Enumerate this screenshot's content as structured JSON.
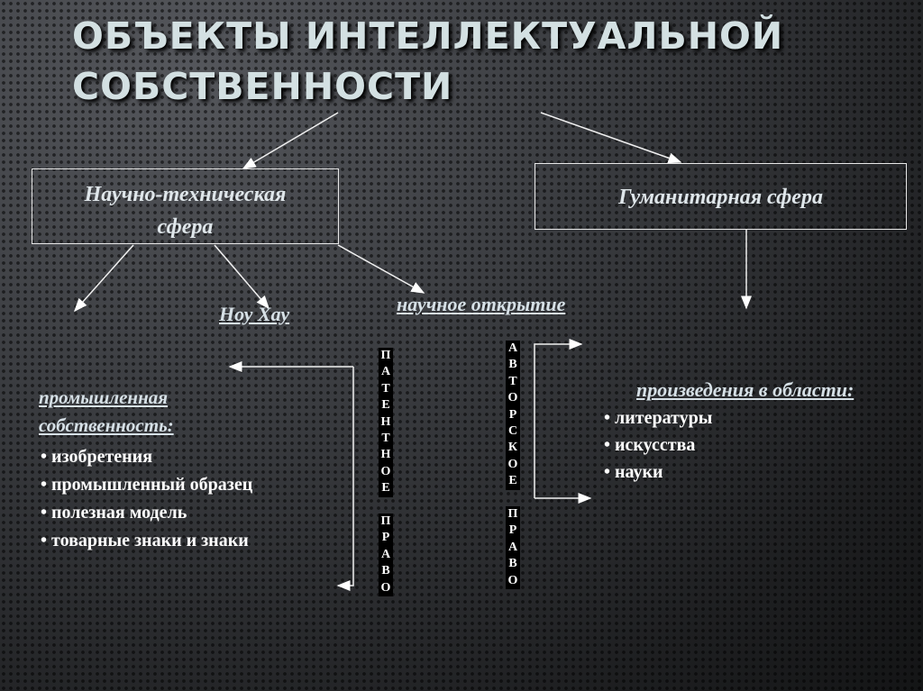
{
  "title": {
    "line1": "ОБЪЕКТЫ ИНТЕЛЛЕКТУАЛЬНОЙ",
    "line2": "СОБСТВЕННОСТИ"
  },
  "sci_box": {
    "line1": "Научно-техническая",
    "line2": "сфера"
  },
  "hum_box": {
    "label": "Гуманитарная сфера"
  },
  "know_how": "Ноу Хау",
  "discovery": "научное открытие",
  "industrial": {
    "line1": "промышленная",
    "line2": "собственность:",
    "items": [
      "• изобретения",
      "• промышленный образец",
      "• полезная модель",
      "• товарные знаки и знаки"
    ]
  },
  "patent_law": [
    "П",
    "А",
    "Т",
    "Е",
    "Н",
    "Т",
    "Н",
    "О",
    "Е",
    " ",
    "П",
    "Р",
    "А",
    "В",
    "О"
  ],
  "copyright_law": [
    "А",
    "В",
    "Т",
    "О",
    "Р",
    "С",
    "К",
    "О",
    "Е",
    " ",
    "П",
    "Р",
    "А",
    "В",
    "О"
  ],
  "works": {
    "heading": "произведения в области:",
    "items": [
      "• литературы",
      "• искусства",
      "• науки"
    ]
  }
}
